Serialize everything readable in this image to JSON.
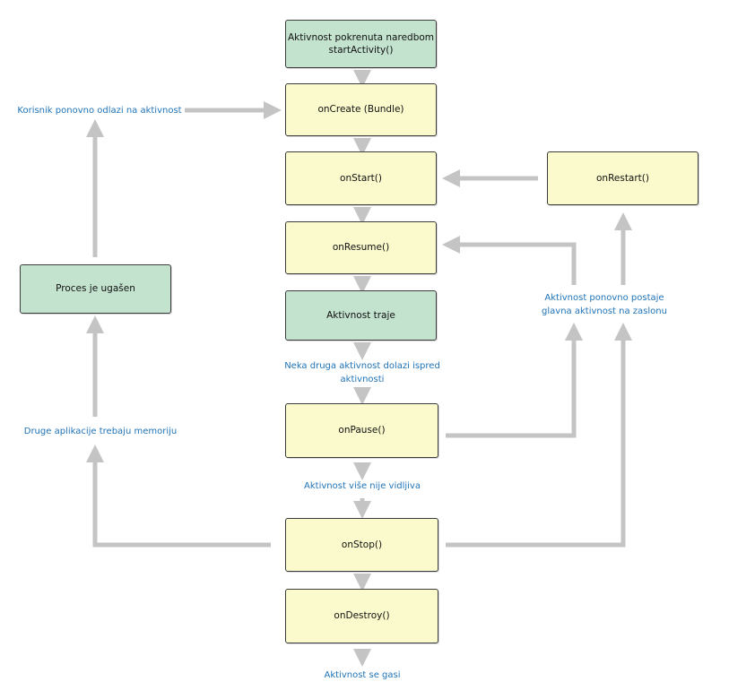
{
  "nodes": {
    "start": {
      "line1": "Aktivnost pokrenuta naredbom",
      "line2": "startActivity()"
    },
    "oncreate": "onCreate (Bundle)",
    "onstart": "onStart()",
    "onrestart": "onRestart()",
    "onresume": "onResume()",
    "running": "Aktivnost traje",
    "process_killed": "Proces je ugašen",
    "onpause": "onPause()",
    "onstop": "onStop()",
    "ondestroy": "onDestroy()"
  },
  "labels": {
    "user_returns": "Korisnik ponovno odlazi na aktivnost",
    "other_activity": {
      "line1": "Neka druga aktivnost dolazi ispred",
      "line2": "aktivnosti"
    },
    "foreground": {
      "line1": "Aktivnost ponovno postaje",
      "line2": "glavna aktivnost na zaslonu"
    },
    "memory": "Druge aplikacije trebaju memoriju",
    "not_visible": "Aktivnost više nije vidljiva",
    "shutdown": "Aktivnost se gasi"
  },
  "colors": {
    "green_box": "#c3e3cf",
    "yellow_box": "#fbfacd",
    "arrow": "#c4c4c4",
    "label_text": "#1f73b7"
  }
}
